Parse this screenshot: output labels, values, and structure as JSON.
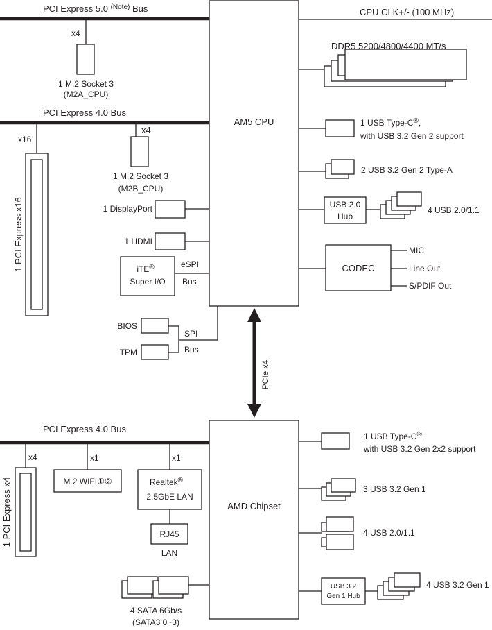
{
  "colors": {
    "ink": "#231f20",
    "background": "#ffffff"
  },
  "top_bus": {
    "label": "PCI Express 5.0",
    "note": "(Note)",
    "suffix": "Bus"
  },
  "cpu_clk": "CPU CLK+/- (100 MHz)",
  "ddr5": "DDR5 5200/4800/4400 MT/s",
  "cpu": "AM5 CPU",
  "m2a": {
    "lanes": "x4",
    "line1": "1 M.2 Socket 3",
    "line2": "(M2A_CPU)"
  },
  "pcie4_bus_cpu": "PCI Express 4.0 Bus",
  "pcie_x16": {
    "lanes": "x16",
    "label": "1 PCI Express x16"
  },
  "m2b": {
    "lanes": "x4",
    "line1": "1 M.2 Socket 3",
    "line2": "(M2B_CPU)"
  },
  "displayport": "1 DisplayPort",
  "hdmi": "1 HDMI",
  "superio": {
    "line1": "iTE",
    "reg": "®",
    "line2": "Super I/O"
  },
  "espi": {
    "line1": "eSPI",
    "line2": "Bus"
  },
  "bios": "BIOS",
  "tpm": "TPM",
  "spi": {
    "line1": "SPI",
    "line2": "Bus"
  },
  "cpu_usbc": {
    "line1": "1 USB Type-C",
    "reg": "®",
    "comma": ",",
    "line2": "with USB 3.2 Gen 2 support"
  },
  "cpu_usb_gen2a": "2 USB 3.2 Gen 2 Type-A",
  "usb20_hub": {
    "line1": "USB 2.0",
    "line2": "Hub"
  },
  "cpu_usb20": "4 USB 2.0/1.1",
  "codec": "CODEC",
  "audio": {
    "mic": "MIC",
    "line_out": "Line Out",
    "spdif": "S/PDIF Out"
  },
  "pcie_link": "PCIe x4",
  "pcie4_bus_chipset": "PCI Express 4.0 Bus",
  "chipset": "AMD Chipset",
  "pcie_x4": {
    "lanes": "x4",
    "label": "1 PCI Express x4"
  },
  "wifi": {
    "lanes": "x1",
    "label": "M.2 WIFI①②"
  },
  "lan": {
    "lanes": "x1",
    "line1": "Realtek",
    "reg": "®",
    "line2": "2.5GbE LAN",
    "rj45": "RJ45",
    "caption": "LAN"
  },
  "sata": {
    "line1": "4 SATA 6Gb/s",
    "line2": "(SATA3 0~3)"
  },
  "chip_usbc": {
    "line1": "1 USB Type-C",
    "reg": "®",
    "comma": ",",
    "line2": "with USB 3.2 Gen 2x2 support"
  },
  "chip_usb_gen1": "3 USB 3.2 Gen 1",
  "chip_usb20": "4 USB 2.0/1.1",
  "gen1_hub": {
    "line1": "USB 3.2",
    "line2": "Gen 1 Hub"
  },
  "chip_usb_gen1_hub": "4 USB 3.2 Gen 1"
}
